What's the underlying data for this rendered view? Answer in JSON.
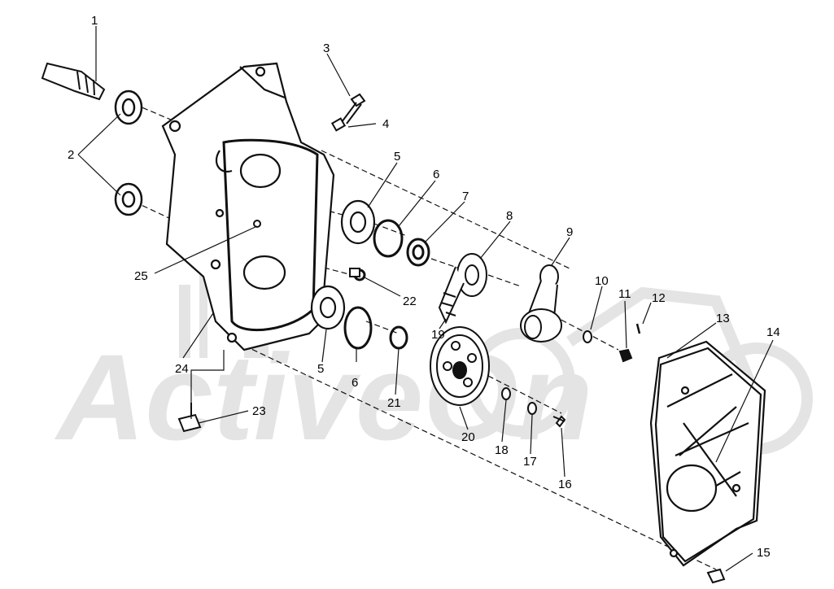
{
  "watermark": {
    "text": "ActiveOn",
    "color": "#e4e4e4"
  },
  "colors": {
    "ink": "#111111",
    "paper": "#ffffff"
  },
  "callouts": [
    {
      "id": "1",
      "label": "1"
    },
    {
      "id": "2",
      "label": "2"
    },
    {
      "id": "3",
      "label": "3"
    },
    {
      "id": "4",
      "label": "4"
    },
    {
      "id": "5a",
      "label": "5"
    },
    {
      "id": "6a",
      "label": "6"
    },
    {
      "id": "7",
      "label": "7"
    },
    {
      "id": "8",
      "label": "8"
    },
    {
      "id": "9",
      "label": "9"
    },
    {
      "id": "10",
      "label": "10"
    },
    {
      "id": "11",
      "label": "11"
    },
    {
      "id": "12",
      "label": "12"
    },
    {
      "id": "13",
      "label": "13"
    },
    {
      "id": "14",
      "label": "14"
    },
    {
      "id": "15",
      "label": "15"
    },
    {
      "id": "16",
      "label": "16"
    },
    {
      "id": "17",
      "label": "17"
    },
    {
      "id": "18",
      "label": "18"
    },
    {
      "id": "19",
      "label": "19"
    },
    {
      "id": "20",
      "label": "20"
    },
    {
      "id": "21",
      "label": "21"
    },
    {
      "id": "22",
      "label": "22"
    },
    {
      "id": "23",
      "label": "23"
    },
    {
      "id": "24",
      "label": "24"
    },
    {
      "id": "25",
      "label": "25"
    },
    {
      "id": "5b",
      "label": "5"
    },
    {
      "id": "6b",
      "label": "6"
    }
  ]
}
